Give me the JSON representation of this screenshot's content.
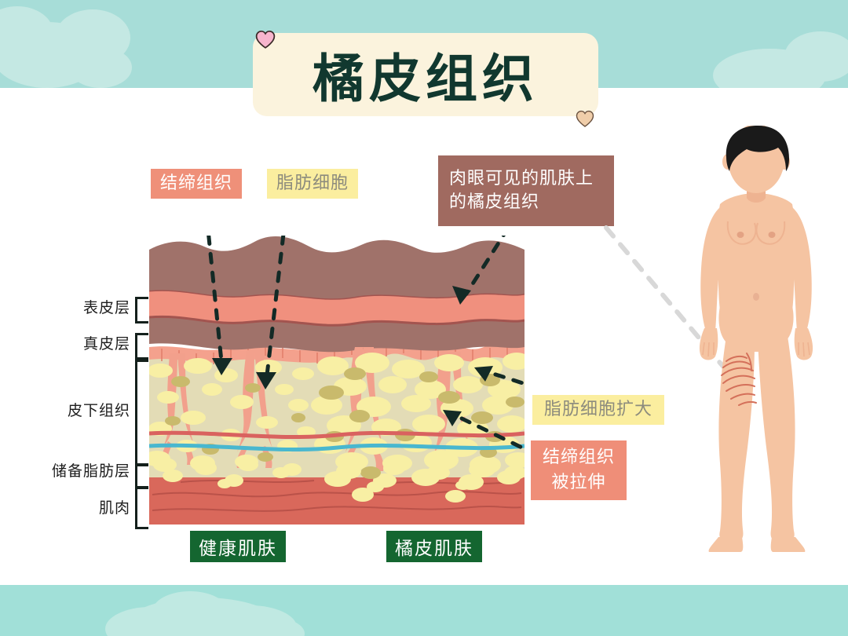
{
  "page": {
    "title": "橘皮组织",
    "bg_top_color": "#a7ddd8",
    "bg_bottom_color": "#a1e0d8",
    "title_card_color": "#fbf3dd",
    "title_text_color": "#11382f"
  },
  "decor": {
    "heart_pink": "#f7b5cd",
    "heart_tan": "#f0ceaa",
    "cloud_color": "#c4e8e3"
  },
  "labels": {
    "connective_tissue": "结缔组织",
    "fat_cells": "脂肪细胞",
    "visible_cellulite": "肉眼可见的肌肤上的橘皮组织",
    "fat_cells_enlarged": "脂肪细胞扩大",
    "connective_stretched_line1": "结缔组织",
    "connective_stretched_line2": "被拉伸"
  },
  "label_colors": {
    "connective_bg": "#ef9079",
    "connective_fg": "#ffffff",
    "fat_bg": "#fbee9f",
    "fat_fg": "#8c8b7d",
    "visible_bg": "#a06a60",
    "visible_fg": "#ffffff",
    "stretch_bg": "#ef8e78",
    "stretch_fg": "#ffffff"
  },
  "layers": [
    {
      "name": "表皮层",
      "bracket": "epidermis"
    },
    {
      "name": "真皮层",
      "bracket": "dermis"
    },
    {
      "name": "皮下组织",
      "bracket": "subcutaneous"
    },
    {
      "name": "储备脂肪层",
      "bracket": "reserve-fat"
    },
    {
      "name": "肌肉",
      "bracket": "muscle"
    }
  ],
  "captions": {
    "healthy_skin": "健康肌肤",
    "cellulite_skin": "橘皮肌肤",
    "bg": "#146630",
    "fg": "#ffffff"
  },
  "diagram_colors": {
    "epidermis": "#a0726a",
    "dermis_band": "#f0907e",
    "dermis_outline": "#a3544f",
    "basal_strip": "#f4a18d",
    "subcutaneous": "#e3dcb6",
    "fat_cell": "#f8efa4",
    "fat_cell_dark": "#c9ba6c",
    "connective_column": "#f2a08c",
    "vessel_blue": "#49b7cf",
    "vessel_red": "#d9625f",
    "muscle": "#d9685b",
    "muscle_fiber": "#b04b44",
    "arrow": "#132a26"
  },
  "figure_colors": {
    "skin": "#f5c4a2",
    "skin_shade": "#eeb391",
    "hair": "#1a1a1a",
    "cellulite_mark": "#d4705a",
    "dashed_leader": "#d8d8d8"
  }
}
